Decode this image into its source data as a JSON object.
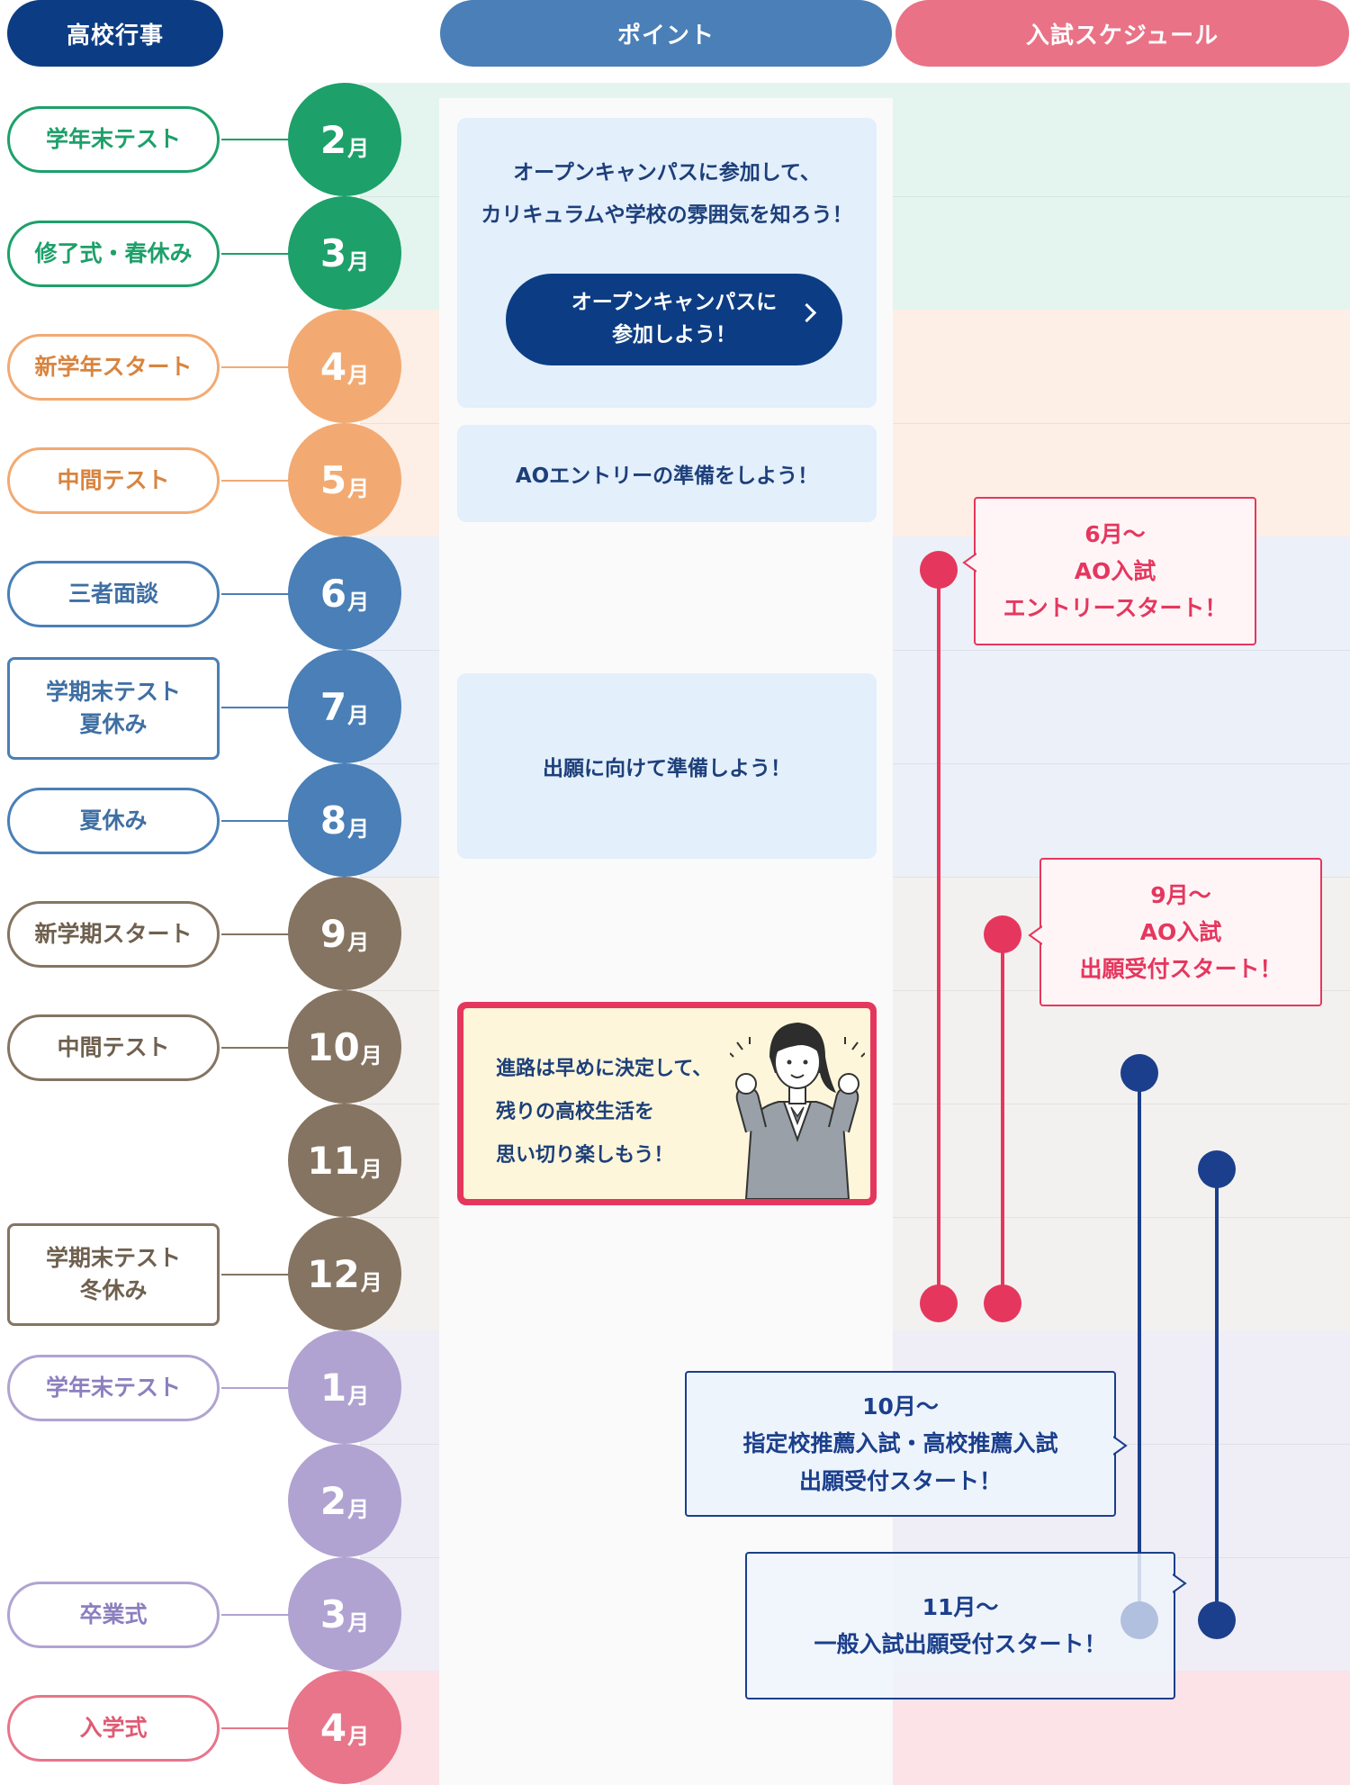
{
  "headers": {
    "events": "高校行事",
    "point": "ポイント",
    "schedule": "入試スケジュール"
  },
  "months": [
    {
      "num": "2",
      "unit": "月",
      "color": "#1da06a",
      "event": "学年末テスト"
    },
    {
      "num": "3",
      "unit": "月",
      "color": "#1da06a",
      "event": "修了式・春休み"
    },
    {
      "num": "4",
      "unit": "月",
      "color": "#f2aa72",
      "event": "新学年スタート"
    },
    {
      "num": "5",
      "unit": "月",
      "color": "#f2aa72",
      "event": "中間テスト"
    },
    {
      "num": "6",
      "unit": "月",
      "color": "#4a7fb7",
      "event": "三者面談"
    },
    {
      "num": "7",
      "unit": "月",
      "color": "#4a7fb7",
      "event": "学期末テスト\n夏休み"
    },
    {
      "num": "8",
      "unit": "月",
      "color": "#4a7fb7",
      "event": "夏休み"
    },
    {
      "num": "9",
      "unit": "月",
      "color": "#857461",
      "event": "新学期スタート"
    },
    {
      "num": "10",
      "unit": "月",
      "color": "#857461",
      "event": "中間テスト"
    },
    {
      "num": "11",
      "unit": "月",
      "color": "#857461",
      "event": ""
    },
    {
      "num": "12",
      "unit": "月",
      "color": "#857461",
      "event": "学期末テスト\n冬休み"
    },
    {
      "num": "1",
      "unit": "月",
      "color": "#b0a3d1",
      "event": "学年末テスト"
    },
    {
      "num": "2",
      "unit": "月",
      "color": "#b0a3d1",
      "event": ""
    },
    {
      "num": "3",
      "unit": "月",
      "color": "#b0a3d1",
      "event": "卒業式"
    },
    {
      "num": "4",
      "unit": "月",
      "color": "#e8758a",
      "event": "入学式"
    }
  ],
  "points": {
    "open_campus_text_1": "オープンキャンパスに参加して、",
    "open_campus_text_2": "カリキュラムや学校の雰囲気を知ろう！",
    "open_campus_button_1": "オープンキャンパスに",
    "open_campus_button_2": "参加しよう！",
    "ao_entry": "AOエントリーの準備をしよう！",
    "application_prep": "出願に向けて準備しよう！",
    "career_1": "進路は早めに決定して、",
    "career_2": "残りの高校生活を",
    "career_3": "思い切り楽しもう！"
  },
  "callouts": {
    "ao_entry_1": "6月～",
    "ao_entry_2": "AO入試",
    "ao_entry_3": "エントリースタート！",
    "ao_apply_1": "9月～",
    "ao_apply_2": "AO入試",
    "ao_apply_3": "出願受付スタート！",
    "recommend_1": "10月～",
    "recommend_2": "指定校推薦入試・高校推薦入試",
    "recommend_3": "出願受付スタート！",
    "general_1": "11月～",
    "general_2": "一般入試出願受付スタート！"
  },
  "colors": {
    "navy": "#0c3d84",
    "point_blue": "#4a7fb7",
    "schedule_pink": "#e97286",
    "ao_red": "#e5375e",
    "general_navy": "#1b3f8c"
  }
}
